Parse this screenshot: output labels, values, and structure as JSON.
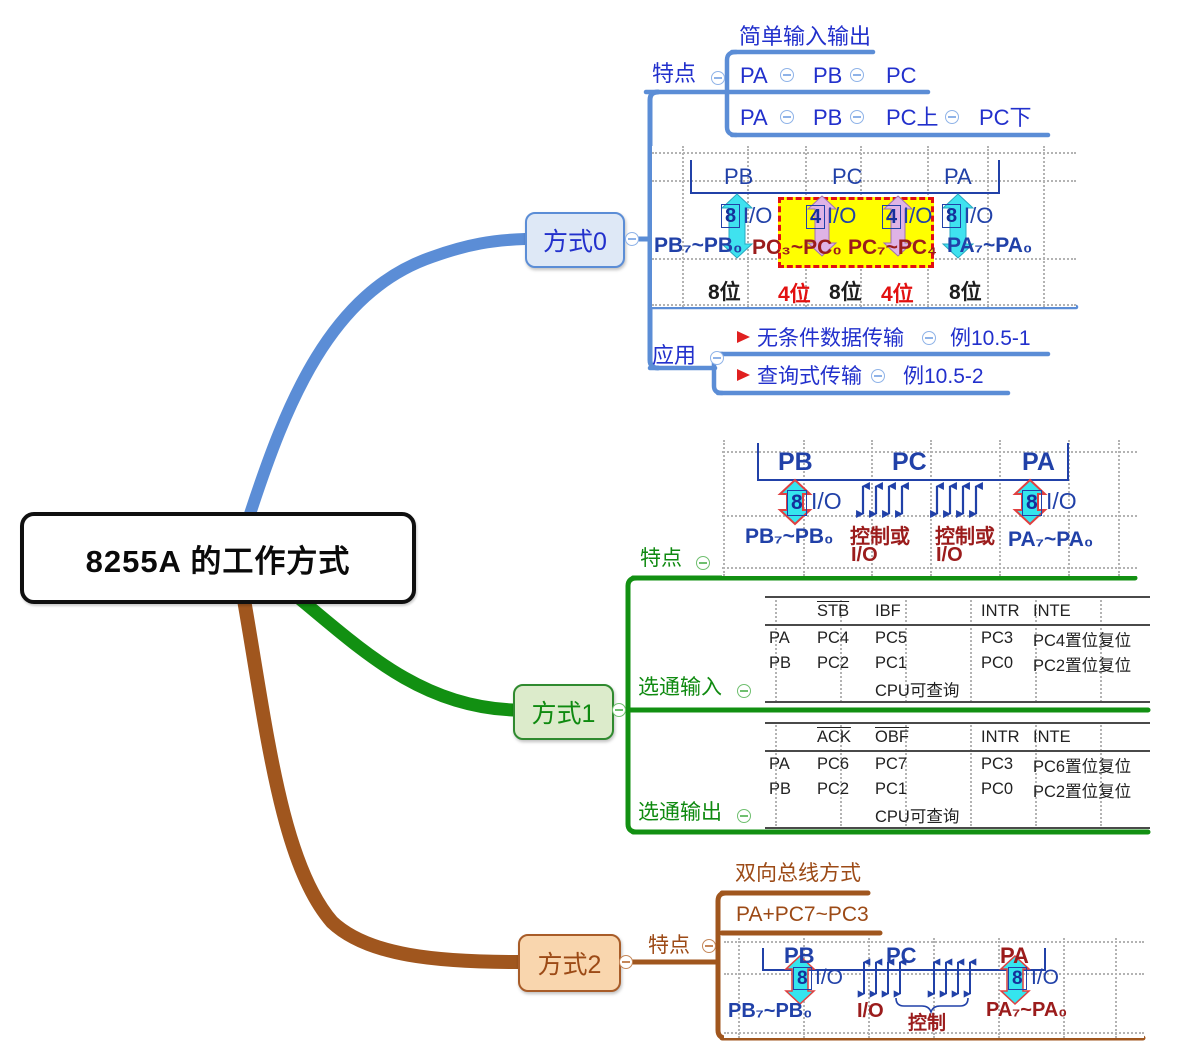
{
  "root": {
    "title": "8255A 的工作方式"
  },
  "colors": {
    "branch_blue": "#5B8DD6",
    "branch_green": "#129012",
    "branch_brown": "#A0561E",
    "topic_blue": "#2230CC",
    "topic_green": "#0F8A10",
    "topic_brown": "#9C4A16",
    "navy": "#2141A8",
    "dark_red": "#9B1C1C",
    "red": "#E21010",
    "cyan": "#3FE2EF",
    "pink": "#DFB3E6",
    "yellow": "#FFFF00"
  },
  "mode0": {
    "label": "方式0",
    "tedian": {
      "label": "特点",
      "simple_io": "简单输入输出",
      "row1": [
        "PA",
        "PB",
        "PC"
      ],
      "row2": [
        "PA",
        "PB",
        "PC上",
        "PC下"
      ]
    },
    "diagram": {
      "ports": [
        "PB",
        "PC",
        "PA"
      ],
      "arrows": [
        {
          "n": "8",
          "io": "I/O"
        },
        {
          "n": "4",
          "io": "I/O"
        },
        {
          "n": "4",
          "io": "I/O"
        },
        {
          "n": "8",
          "io": "I/O"
        }
      ],
      "ranges": [
        "PB₇~PB₀",
        "PC₃~PC₀",
        "PC₇~PC₄",
        "PA₇~PA₀"
      ],
      "bits": [
        "8位",
        "4位",
        "8位",
        "4位",
        "8位"
      ]
    },
    "yingyong": {
      "label": "应用",
      "app1": {
        "label": "无条件数据传输",
        "example": "例10.5-1"
      },
      "app2": {
        "label": "查询式传输",
        "example": "例10.5-2"
      }
    }
  },
  "mode1": {
    "label": "方式1",
    "tedian": {
      "label": "特点"
    },
    "diagram": {
      "ports": [
        "PB",
        "PC",
        "PA"
      ],
      "left_arrow": {
        "n": "8",
        "io": "I/O"
      },
      "right_arrow": {
        "n": "8",
        "io": "I/O"
      },
      "pb_range": "PB₇~PB₀",
      "ctrl1": {
        "l1": "控制或",
        "l2": "I/O"
      },
      "ctrl2": {
        "l1": "控制或",
        "l2": "I/O"
      },
      "pa_range": "PA₇~PA₀"
    },
    "input": {
      "label": "选通输入",
      "table": {
        "headers": [
          "",
          "STB",
          "IBF",
          "INTR",
          "INTE"
        ],
        "rows": [
          [
            "PA",
            "PC4",
            "PC5",
            "PC3",
            "PC4置位复位"
          ],
          [
            "PB",
            "PC2",
            "PC1",
            "PC0",
            "PC2置位复位"
          ]
        ],
        "footer": "CPU可查询"
      }
    },
    "output": {
      "label": "选通输出",
      "table": {
        "headers": [
          "",
          "ACK",
          "OBF",
          "INTR",
          "INTE"
        ],
        "rows": [
          [
            "PA",
            "PC6",
            "PC7",
            "PC3",
            "PC6置位复位"
          ],
          [
            "PB",
            "PC2",
            "PC1",
            "PC0",
            "PC2置位复位"
          ]
        ],
        "footer": "CPU可查询"
      }
    }
  },
  "mode2": {
    "label": "方式2",
    "tedian": {
      "label": "特点",
      "topic1": "双向总线方式",
      "topic2": "PA+PC7~PC3"
    },
    "diagram": {
      "ports": [
        "PB",
        "PC",
        "PA"
      ],
      "left_arrow": {
        "n": "8",
        "io": "I/O"
      },
      "right_arrow": {
        "n": "8",
        "io": "I/O"
      },
      "pb_range": "PB₇~PB₀",
      "io": "I/O",
      "ctrl": "控制",
      "pa_range": "PA₇~PA₀"
    }
  }
}
